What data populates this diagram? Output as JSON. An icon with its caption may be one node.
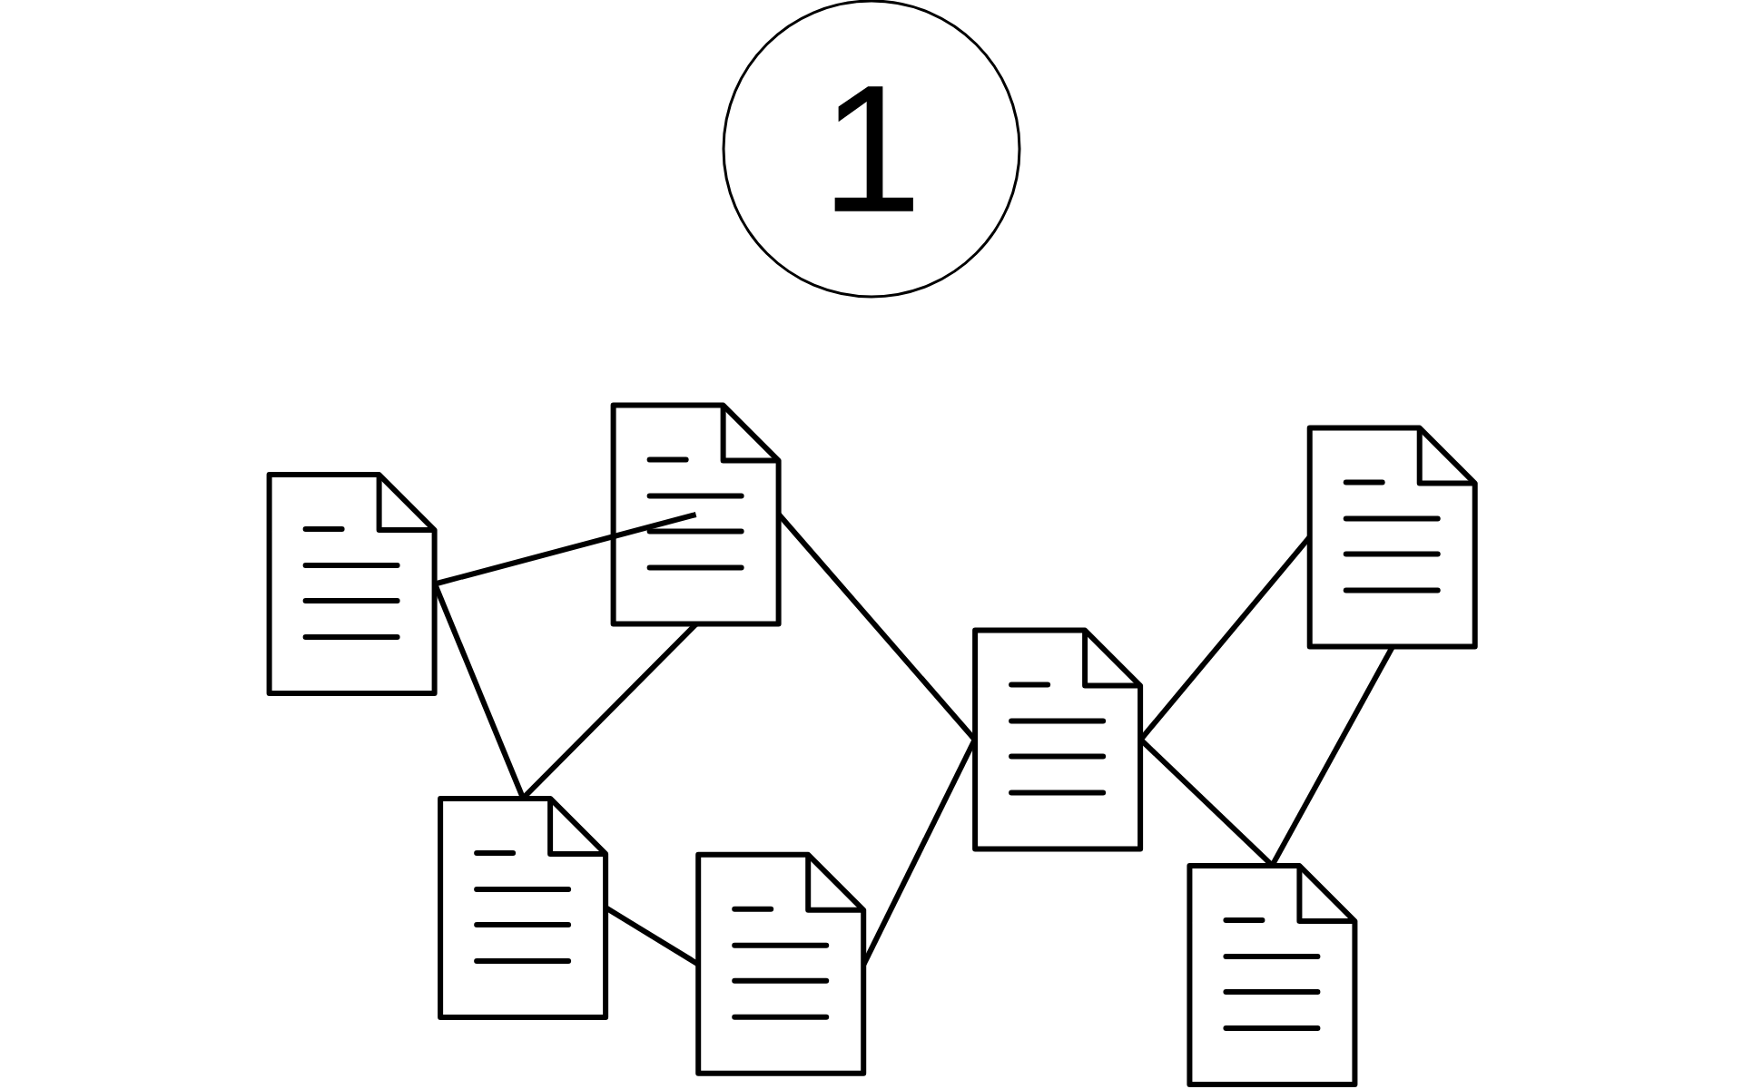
{
  "diagram": {
    "nodes": [
      {
        "text": [
          "1"
        ]
      },
      {
        "text": [],
        "shape": "document"
      },
      {
        "text": [],
        "shape": "document"
      },
      {
        "text": [],
        "shape": "document"
      },
      {
        "text": [],
        "shape": "document"
      },
      {
        "text": [],
        "shape": "document"
      },
      {
        "text": [],
        "shape": "document"
      },
      {
        "text": [],
        "shape": "document"
      }
    ],
    "edges": [
      {
        "from": 1,
        "to": 3,
        "arrow": "none"
      },
      {
        "from": 1,
        "to": 2,
        "arrow": "none"
      },
      {
        "from": 3,
        "to": 2,
        "arrow": "none"
      },
      {
        "from": 3,
        "to": 5,
        "arrow": "none"
      },
      {
        "from": 2,
        "to": 4,
        "arrow": "none"
      },
      {
        "from": 4,
        "to": 5,
        "arrow": "none"
      },
      {
        "from": 5,
        "to": 7,
        "arrow": "none"
      },
      {
        "from": 5,
        "to": 6,
        "arrow": "none"
      },
      {
        "from": 7,
        "to": 6,
        "arrow": "none"
      }
    ]
  }
}
